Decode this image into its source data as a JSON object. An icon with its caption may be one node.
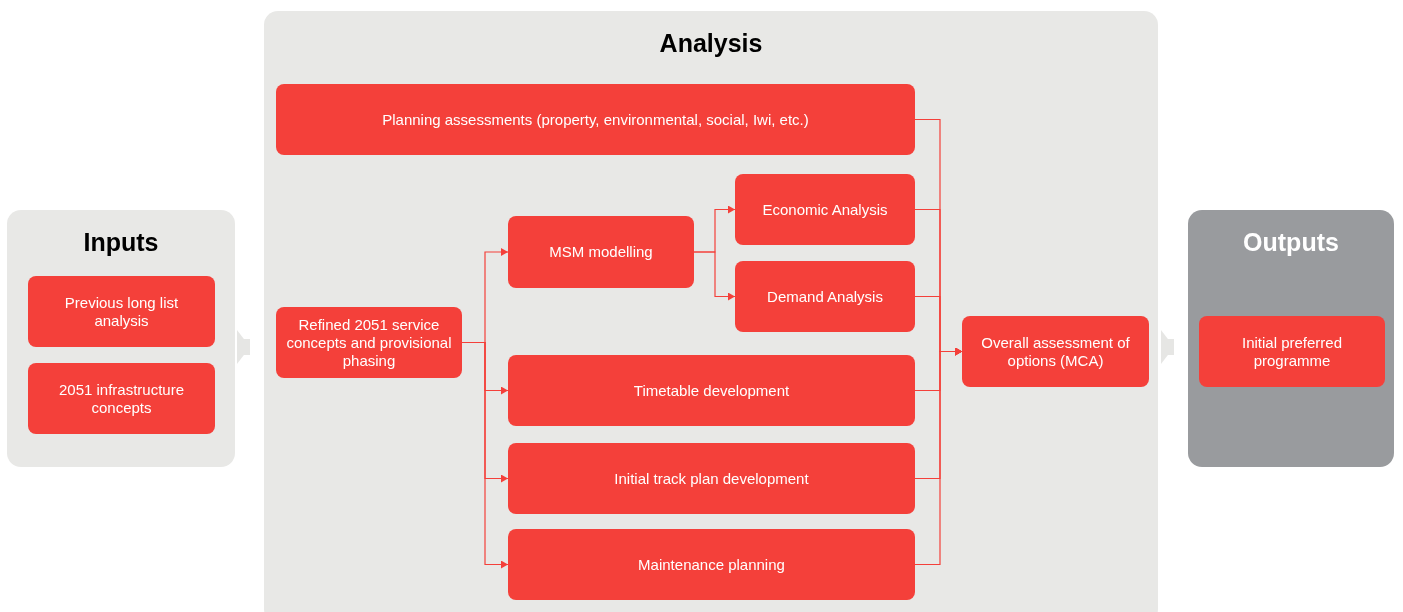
{
  "diagram": {
    "nodes": [
      {
        "text": [
          "Inputs"
        ]
      },
      {
        "text": [
          "Previous long list analysis"
        ],
        "in": 0
      },
      {
        "text": [
          "2051 infrastructure concepts"
        ],
        "in": 0
      },
      {
        "text": [
          "Analysis"
        ]
      },
      {
        "text": [
          "Planning assessments (property, environmental, social, Iwi, etc.)"
        ],
        "in": 3
      },
      {
        "text": [
          "Refined 2051 service concepts and provisional phasing"
        ],
        "in": 3
      },
      {
        "text": [
          "MSM modelling"
        ],
        "in": 3
      },
      {
        "text": [
          "Economic Analysis"
        ],
        "in": 3
      },
      {
        "text": [
          "Demand Analysis"
        ],
        "in": 3
      },
      {
        "text": [
          "Timetable development"
        ],
        "in": 3
      },
      {
        "text": [
          "Initial track plan development"
        ],
        "in": 3
      },
      {
        "text": [
          "Maintenance planning"
        ],
        "in": 3
      },
      {
        "text": [
          "Overall assessment of options (MCA)"
        ],
        "in": 3
      },
      {
        "text": [
          "Outputs"
        ]
      },
      {
        "text": [
          "Initial preferred programme"
        ],
        "in": 13
      }
    ],
    "edges": [
      {
        "from": 0,
        "to": 3,
        "arrow": "to",
        "style": "thick",
        "color": "#e6e6e4"
      },
      {
        "from": 3,
        "to": 13,
        "arrow": "to",
        "style": "thick",
        "color": "#e6e6e4"
      },
      {
        "from": 5,
        "to": 6,
        "arrow": "to"
      },
      {
        "from": 5,
        "to": 9,
        "arrow": "to"
      },
      {
        "from": 5,
        "to": 10,
        "arrow": "to"
      },
      {
        "from": 5,
        "to": 11,
        "arrow": "to"
      },
      {
        "from": 6,
        "to": 7,
        "arrow": "to"
      },
      {
        "from": 6,
        "to": 8,
        "arrow": "to"
      },
      {
        "from": 4,
        "to": 12,
        "arrow": "to"
      },
      {
        "from": 7,
        "to": 12,
        "arrow": "to"
      },
      {
        "from": 8,
        "to": 12,
        "arrow": "to"
      },
      {
        "from": 9,
        "to": 12,
        "arrow": "to"
      },
      {
        "from": 10,
        "to": 12,
        "arrow": "to"
      },
      {
        "from": 11,
        "to": 12,
        "arrow": "to"
      }
    ]
  }
}
